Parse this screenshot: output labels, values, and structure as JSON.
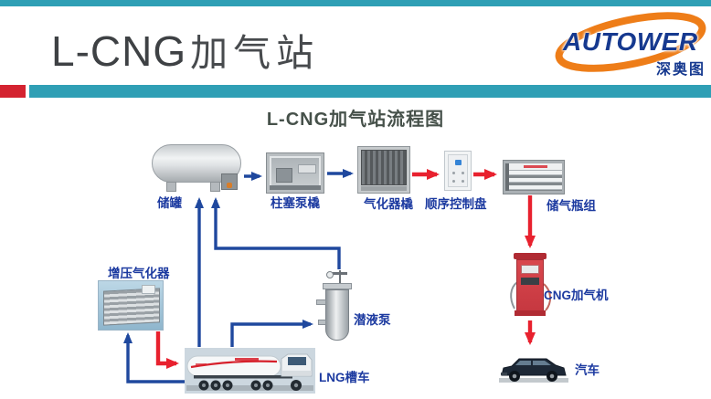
{
  "header": {
    "title_latin": "L-CNG",
    "title_cn": "加气站",
    "logo_brand": "AUTOWER",
    "logo_cn": "深奥图"
  },
  "diagram": {
    "title": "L-CNG加气站流程图",
    "nodes": {
      "tank": "储罐",
      "pump_skid": "柱塞泵橇",
      "vaporizer_skid": "气化器橇",
      "control_panel": "顺序控制盘",
      "cylinder_group": "储气瓶组",
      "dispenser": "CNG加气机",
      "car": "汽车",
      "boost_vaporizer": "增压气化器",
      "submersible_pump": "潜液泵",
      "tanker": "LNG槽车"
    },
    "colors": {
      "gas_flow_red": "#e8212e",
      "liquid_flow_blue": "#1f489e",
      "label_blue": "#1c3aa0",
      "accent_teal": "#2f9fb5",
      "accent_red": "#d42330",
      "logo_orange": "#ee7d18",
      "logo_blue": "#16398f"
    }
  }
}
